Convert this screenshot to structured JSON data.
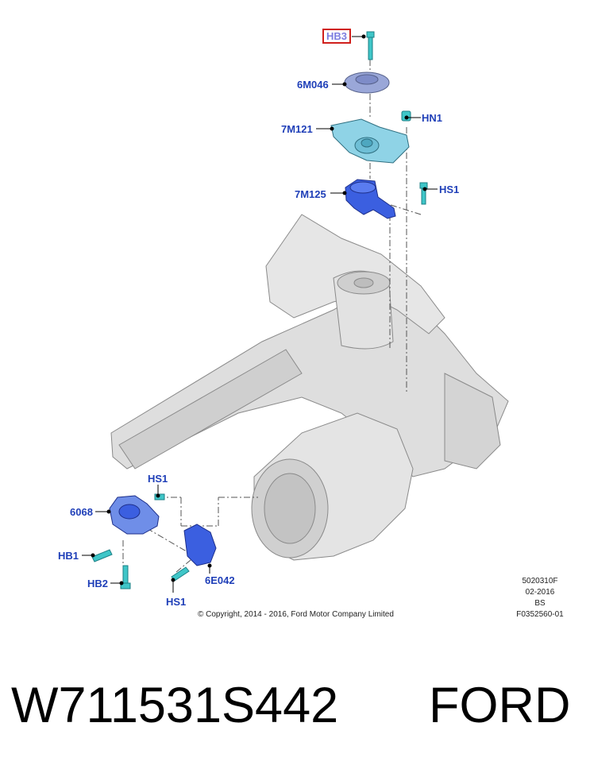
{
  "callouts": {
    "hb3": "HB3",
    "m6046": "6M046",
    "hn1": "HN1",
    "m7121": "7M121",
    "hs1_top": "HS1",
    "m7125": "7M125",
    "hs1_left": "HS1",
    "p6068": "6068",
    "hb1": "HB1",
    "hb2": "HB2",
    "e6042": "6E042",
    "hs1_bottom": "HS1"
  },
  "copyright": "© Copyright, 2014 - 2016, Ford Motor Company Limited",
  "meta": {
    "code": "5020310F",
    "date": "02-2016",
    "region": "BS",
    "figure": "F0352560-01"
  },
  "footer": {
    "part_number": "W711531S442",
    "brand": "FORD"
  },
  "colors": {
    "callout_text": "#1f3fb8",
    "highlight_border": "#d0201c",
    "mount_blue": "#3b5fe0",
    "bracket_cyan": "#8fd3e6",
    "fastener_teal": "#3fc6c8",
    "chassis_gray": "#d9d9d9"
  }
}
